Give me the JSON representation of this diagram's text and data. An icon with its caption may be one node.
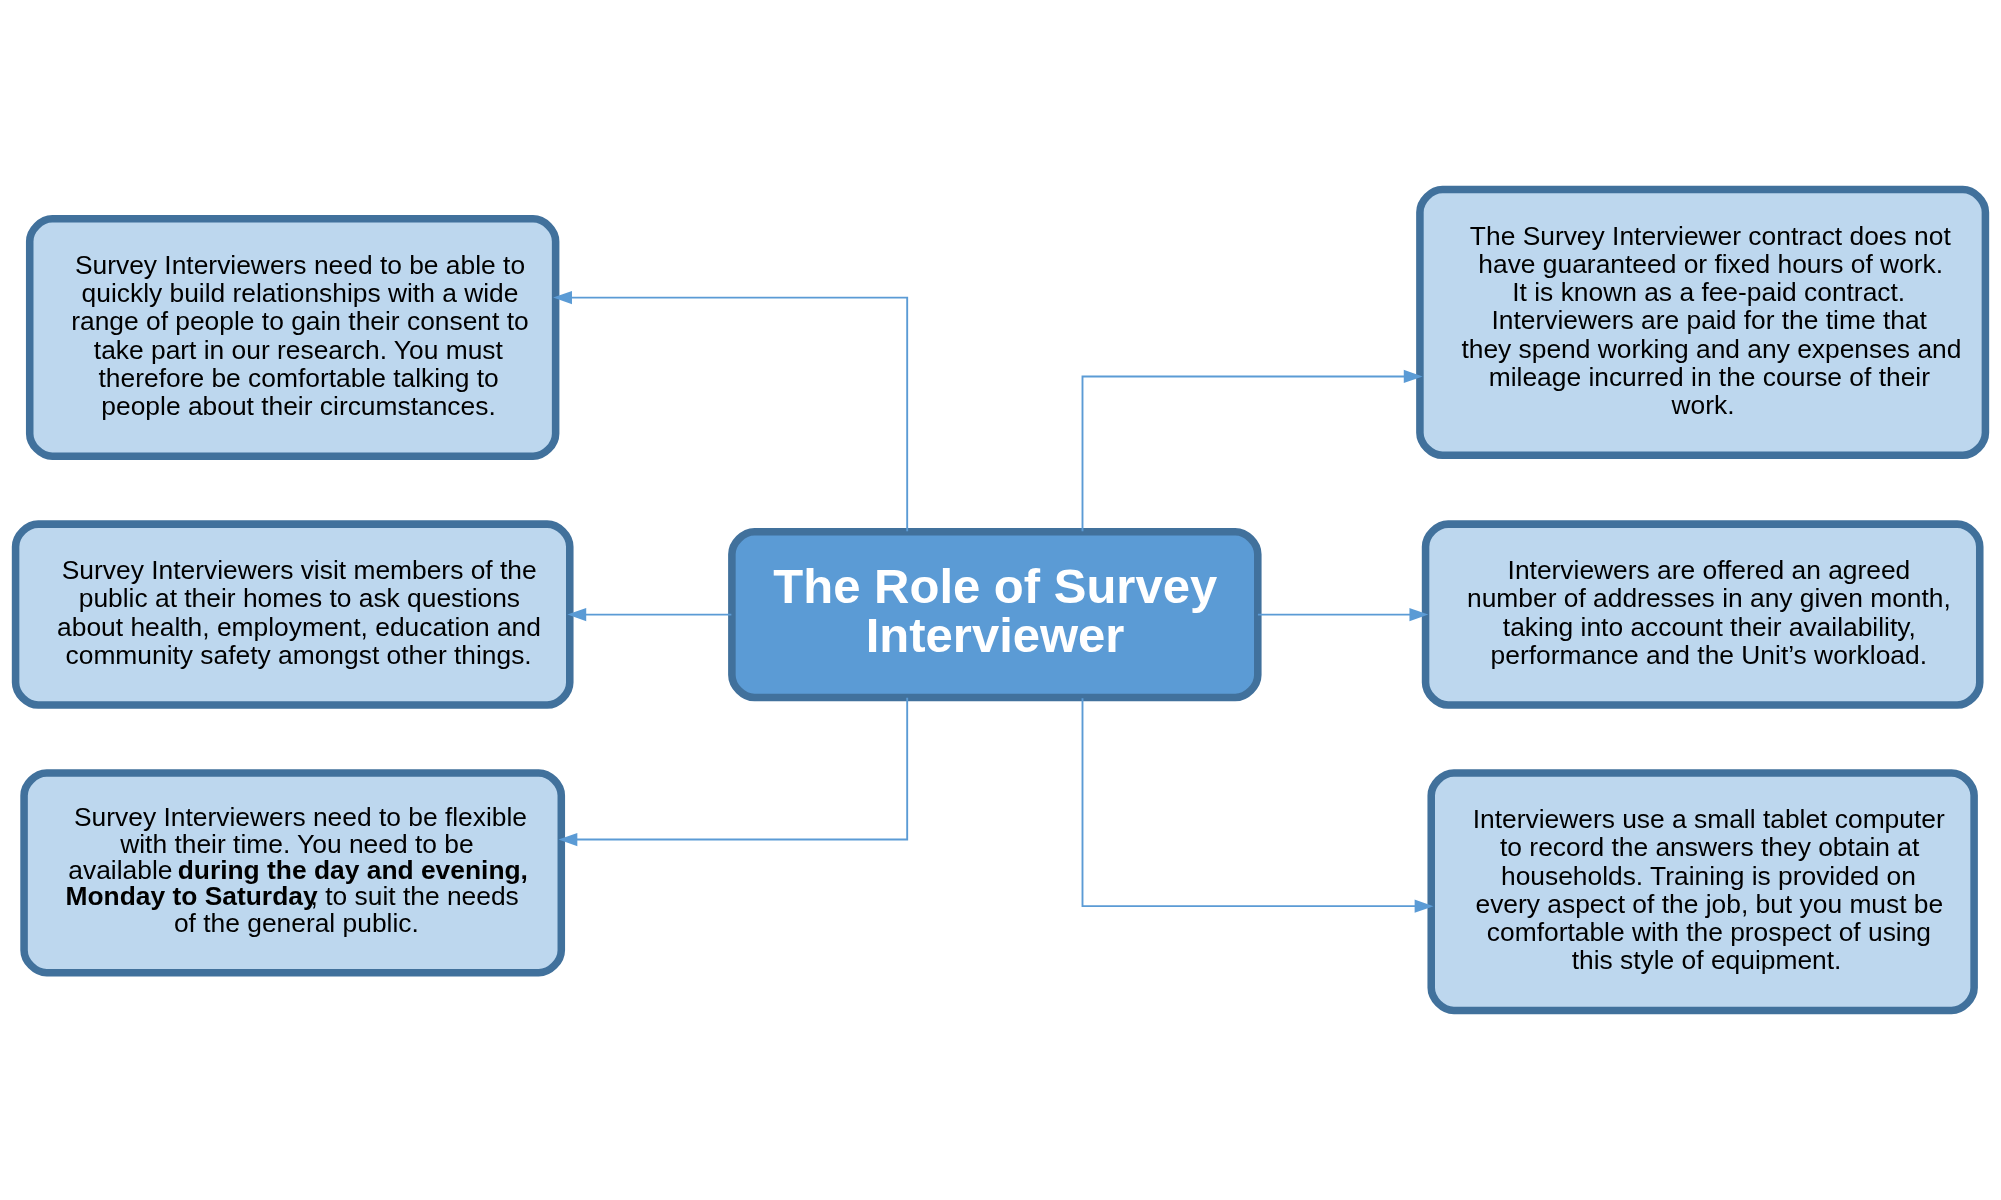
{
  "diagram": {
    "nodes": [
      {
        "text": [
          "The Role of Survey Interviewer"
        ]
      },
      {
        "text": [
          "Survey Interviewers need to be able to quickly build relationships with a wide range of people to gain their consent to take part in our research. You must therefore be comfortable talking to people about their circumstances."
        ]
      },
      {
        "text": [
          "The Survey Interviewer contract does not have guaranteed or fixed hours of work.  It is known as a fee-paid contract. Interviewers are paid for the time that they spend working and any expenses and mileage incurred in the course of their work."
        ]
      },
      {
        "text": [
          "Survey Interviewers visit members of the public at their homes to ask questions about health, employment, education and community safety amongst other things."
        ]
      },
      {
        "text": [
          "Interviewers are offered an agreed number of addresses in any given month, taking into account their availability, performance and the Unit’s workload."
        ]
      },
      {
        "text": [
          "Survey Interviewers need to be flexible with their time. You need to be available **during the day and evening, Monday to Saturday**, to suit the needs of the general public."
        ]
      },
      {
        "text": [
          "Interviewers use a small tablet computer to record the answers they obtain at households. Training is provided on every aspect of the job, but you must be comfortable with the prospect of using this style of equipment."
        ]
      }
    ],
    "edges": [
      {
        "from": 0,
        "to": 1,
        "arrow": "to"
      },
      {
        "from": 0,
        "to": 2,
        "arrow": "to"
      },
      {
        "from": 0,
        "to": 3,
        "arrow": "to"
      },
      {
        "from": 0,
        "to": 4,
        "arrow": "to"
      },
      {
        "from": 0,
        "to": 5,
        "arrow": "to"
      },
      {
        "from": 0,
        "to": 6,
        "arrow": "to"
      }
    ]
  }
}
